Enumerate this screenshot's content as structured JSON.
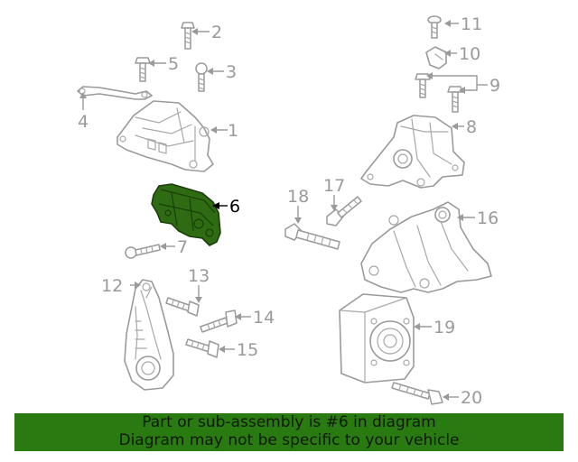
{
  "diagram": {
    "highlighted_part": "6",
    "highlight_color": "#2a7a12",
    "callouts": [
      "1",
      "2",
      "3",
      "4",
      "5",
      "6",
      "7",
      "8",
      "9",
      "10",
      "11",
      "12",
      "13",
      "14",
      "15",
      "16",
      "17",
      "18",
      "19",
      "20"
    ]
  },
  "footer": {
    "line1": "Part or sub-assembly is #6 in diagram",
    "line2": "Diagram may not be specific to your vehicle"
  }
}
